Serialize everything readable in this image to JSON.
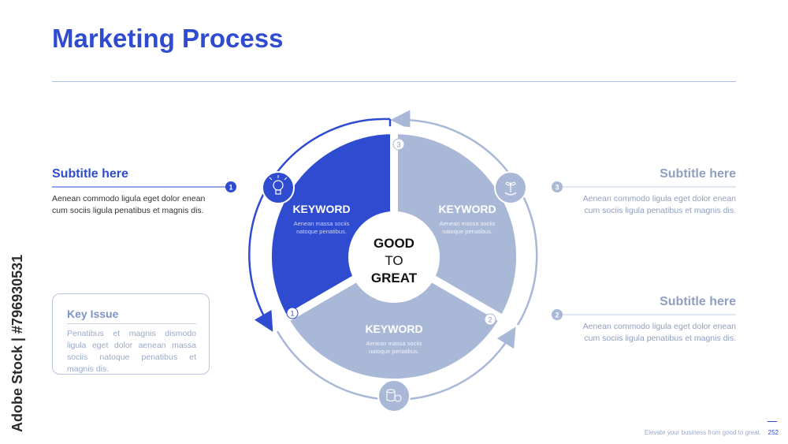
{
  "title": "Marketing Process",
  "center": {
    "line1": "GOOD",
    "line2": "TO",
    "line3": "GREAT"
  },
  "segments": [
    {
      "number": "1",
      "keyword": "KEYWORD",
      "desc_line1": "Aenean massa sociis",
      "desc_line2": "natoque penatibus.",
      "icon": "lightbulb-gear-icon"
    },
    {
      "number": "2",
      "keyword": "KEYWORD",
      "desc_line1": "Aenean massa sociis",
      "desc_line2": "natoque penatibus.",
      "icon": "coin-stack-icon"
    },
    {
      "number": "3",
      "keyword": "KEYWORD",
      "desc_line1": "Aenean massa sociis",
      "desc_line2": "natoque penatibus.",
      "icon": "hands-plant-icon"
    }
  ],
  "side_items": [
    {
      "number": "1",
      "subtitle": "Subtitle here",
      "text_line1": "Aenean commodo ligula eget dolor enean",
      "text_line2": "cum sociis ligula penatibus et magnis dis."
    },
    {
      "number": "3",
      "subtitle": "Subtitle here",
      "text_line1": "Aenean commodo ligula eget dolor enean",
      "text_line2": "cum sociis ligula penatibus et magnis dis."
    },
    {
      "number": "2",
      "subtitle": "Subtitle here",
      "text_line1": "Aenean commodo ligula eget dolor enean",
      "text_line2": "cum sociis ligula penatibus et magnis dis."
    }
  ],
  "key_issue": {
    "title": "Key Issue",
    "text": "Penatibus et magnis dismodo ligula eget dolor aenean massa sociis natoque penatibus et magnis dis."
  },
  "footer": {
    "text": "Elevate your business from good to great.",
    "page": "252"
  },
  "watermark": "Adobe Stock | #796930531",
  "colors": {
    "accent": "#2f4bcf",
    "muted": "#a9b8d6",
    "muted_text": "#8f9fbf"
  }
}
